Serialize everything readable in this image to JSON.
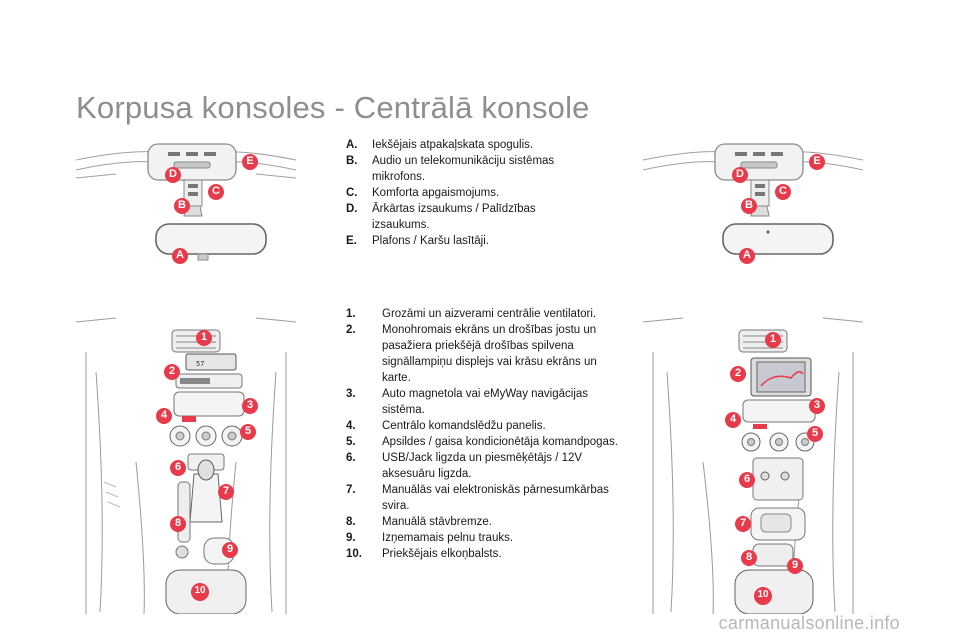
{
  "page": {
    "title": "Korpusa konsoles - Centrālā konsole"
  },
  "mirror_section": {
    "items": [
      {
        "key": "A.",
        "text": "Iekšējais atpakaļskata spogulis."
      },
      {
        "key": "B.",
        "text": "Audio un telekomunikāciju sistēmas mikrofons."
      },
      {
        "key": "C.",
        "text": "Komforta apgaismojums."
      },
      {
        "key": "D.",
        "text": "Ārkārtas izsaukums / Palīdzības izsaukums."
      },
      {
        "key": "E.",
        "text": "Plafons / Karšu lasītāji."
      }
    ],
    "callouts": [
      "A",
      "B",
      "C",
      "D",
      "E"
    ]
  },
  "console_section": {
    "items": [
      {
        "key": "1.",
        "text": "Grozāmi un aizverami centrālie ventilatori."
      },
      {
        "key": "2.",
        "text": "Monohromais ekrāns un drošības jostu un pasažiera priekšējā drošības spilvena signāllampiņu displejs vai krāsu ekrāns un karte."
      },
      {
        "key": "3.",
        "text": "Auto magnetola vai eMyWay navigācijas sistēma."
      },
      {
        "key": "4.",
        "text": "Centrālo komandslēdžu panelis."
      },
      {
        "key": "5.",
        "text": "Apsildes / gaisa kondicionētāja komandpogas."
      },
      {
        "key": "6.",
        "text": "USB/Jack ligzda un piesmēķētājs / 12V aksesuāru ligzda."
      },
      {
        "key": "7.",
        "text": "Manuālās vai elektroniskās pārnesumkārbas svira."
      },
      {
        "key": "8.",
        "text": "Manuālā stāvbremze."
      },
      {
        "key": "9.",
        "text": "Izņemamais pelnu trauks."
      },
      {
        "key": "10.",
        "text": "Priekšējais elkoņbalsts."
      }
    ],
    "callouts": [
      "1",
      "2",
      "3",
      "4",
      "5",
      "6",
      "7",
      "8",
      "9",
      "10"
    ]
  },
  "watermark": "carmanualsonline.info",
  "colors": {
    "callout": "#e83a4a",
    "line": "#9a9a9a",
    "title": "#8e8e8e"
  }
}
